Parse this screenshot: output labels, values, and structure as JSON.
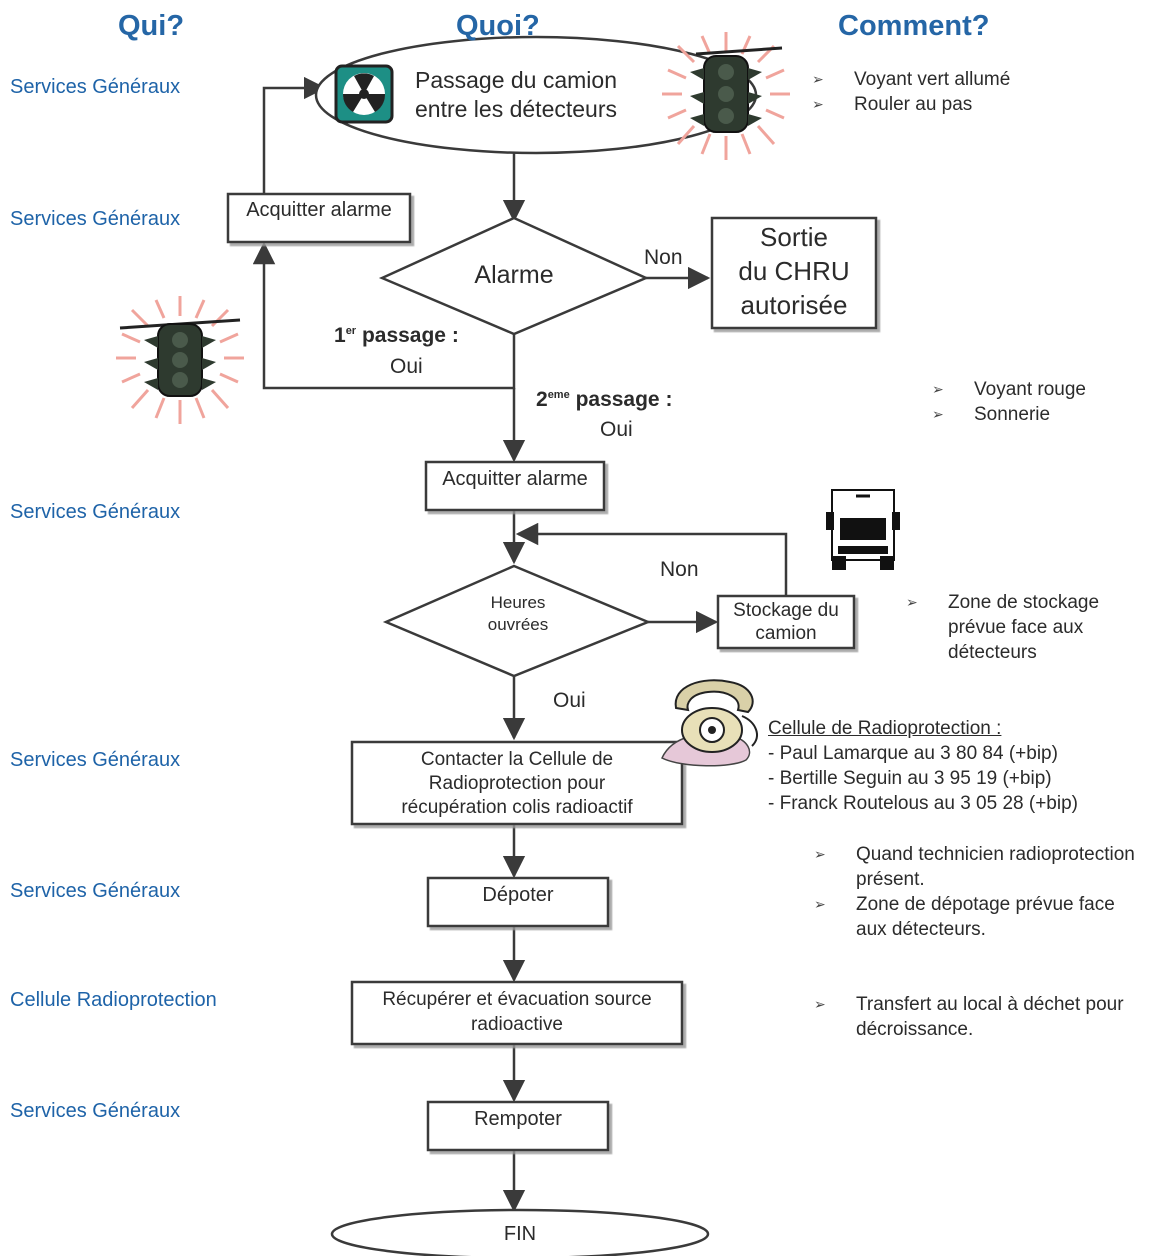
{
  "headers": {
    "qui": "Qui?",
    "quoi": "Quoi?",
    "comment": "Comment?"
  },
  "qui": [
    "Services Généraux",
    "Services Généraux",
    "Services Généraux",
    "Services Généraux",
    "Services Généraux",
    "Cellule Radioprotection",
    "Services Généraux"
  ],
  "nodes": {
    "passage": [
      "Passage du camion",
      "entre les détecteurs"
    ],
    "acquitter_top": "Acquitter alarme",
    "alarme": "Alarme",
    "sortie": [
      "Sortie",
      "du CHRU",
      "autorisée"
    ],
    "acquitter_mid": "Acquitter alarme",
    "heures": [
      "Heures",
      "ouvrées"
    ],
    "stockage": [
      "Stockage du",
      "camion"
    ],
    "contacter": [
      "Contacter la Cellule de",
      "Radioprotection pour",
      "récupération colis radioactif"
    ],
    "depoter": "Dépoter",
    "recuperer": [
      "Récupérer et évacuation source",
      "radioactive"
    ],
    "rempoter": "Rempoter",
    "fin": "FIN"
  },
  "edge_labels": {
    "non_alarme": "Non",
    "premier_num": "1",
    "premier_sup": "er",
    "premier_text": "passage :",
    "premier_oui": "Oui",
    "second_num": "2",
    "second_sup": "eme",
    "second_text": "passage :",
    "second_oui": "Oui",
    "non_heures": "Non",
    "oui_heures": "Oui"
  },
  "comment": {
    "c1": [
      "Voyant vert allumé",
      "Rouler au pas"
    ],
    "c2": [
      "Voyant rouge",
      "Sonnerie"
    ],
    "c3": [
      "Zone de stockage prévue face aux détecteurs"
    ],
    "contact_title": "Cellule de Radioprotection :",
    "contact_lines": [
      "- Paul Lamarque au 3 80 84 (+bip)",
      "- Bertille Seguin au 3 95 19 (+bip)",
      "- Franck Routelous au 3 05 28 (+bip)"
    ],
    "c4": [
      "Quand technicien radioprotection présent.",
      "Zone de dépotage prévue face aux détecteurs."
    ],
    "c5": [
      "Transfert au local à déchet pour décroissance."
    ]
  },
  "icons": {
    "radiation": "radiation-icon",
    "traffic_light_green": "traffic-light-icon",
    "traffic_light_red": "traffic-light-icon",
    "truck": "truck-icon",
    "telephone": "telephone-icon"
  },
  "colors": {
    "blue": "#2566a6",
    "ink": "#2b2b2b",
    "glow": "#f3a7a0",
    "light": "#555555"
  }
}
